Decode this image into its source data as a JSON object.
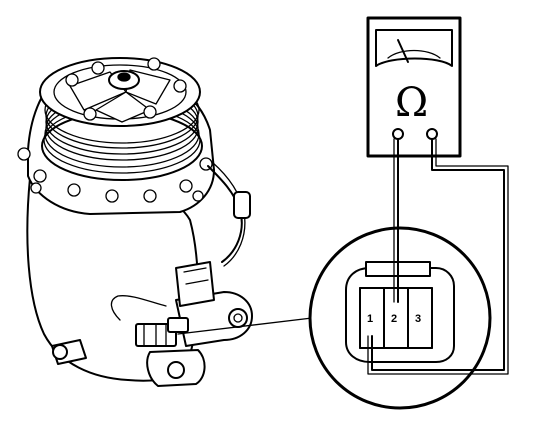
{
  "meter": {
    "symbol": "Ω"
  },
  "connector": {
    "pins": [
      "1",
      "2",
      "3"
    ]
  }
}
